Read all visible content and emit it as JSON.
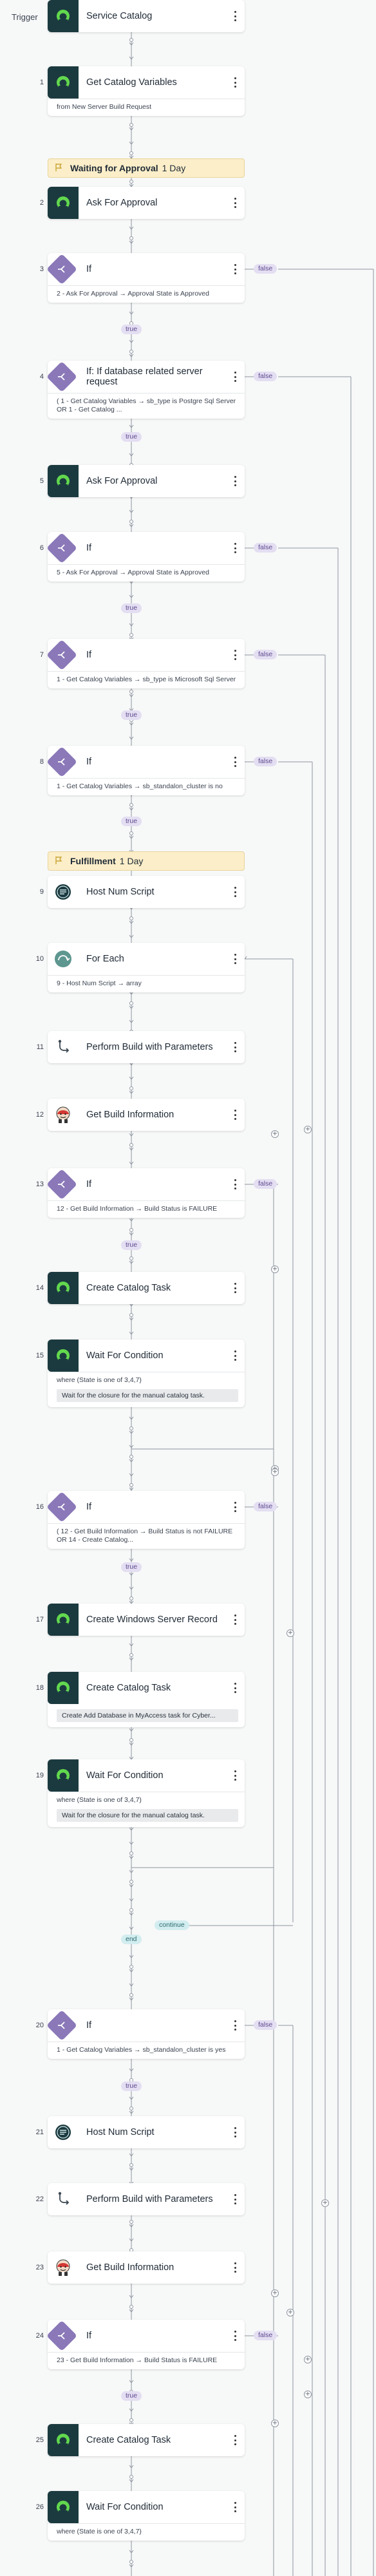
{
  "trigger": {
    "label": "Trigger"
  },
  "cards": [
    {
      "num": "",
      "title": "Service Catalog",
      "icon": "servicenow-icon"
    },
    {
      "num": "1",
      "title": "Get Catalog Variables",
      "icon": "servicenow-icon",
      "body": "from New Server Build Request"
    },
    {
      "num": "2",
      "title": "Ask For Approval",
      "icon": "servicenow-icon"
    },
    {
      "num": "5",
      "title": "Ask For Approval",
      "icon": "servicenow-icon"
    },
    {
      "num": "9",
      "title": "Host Num Script",
      "icon": "script-icon"
    },
    {
      "num": "10",
      "title": "For Each",
      "icon": "for-each-icon",
      "body": "9 - Host Num Script → array"
    },
    {
      "num": "11",
      "title": "Perform Build with Parameters",
      "icon": "subflow-icon"
    },
    {
      "num": "12",
      "title": "Get Build Information",
      "icon": "jenkins-icon"
    },
    {
      "num": "14",
      "title": "Create Catalog Task",
      "icon": "servicenow-icon"
    },
    {
      "num": "15",
      "title": "Wait For Condition",
      "icon": "servicenow-icon",
      "body": "where (State  is one of  3,4,7)",
      "note": "Wait for the closure for the manual catalog task."
    },
    {
      "num": "17",
      "title": "Create Windows Server Record",
      "icon": "servicenow-icon"
    },
    {
      "num": "18",
      "title": "Create Catalog Task",
      "icon": "servicenow-icon",
      "note": "Create Add Database in MyAccess task for Cyber..."
    },
    {
      "num": "19",
      "title": "Wait For Condition",
      "icon": "servicenow-icon",
      "body": "where (State  is one of  3,4,7)",
      "note": "Wait for the closure for the manual catalog task."
    },
    {
      "num": "21",
      "title": "Host Num Script",
      "icon": "script-icon"
    },
    {
      "num": "22",
      "title": "Perform Build with Parameters",
      "icon": "subflow-icon"
    },
    {
      "num": "23",
      "title": "Get Build Information",
      "icon": "jenkins-icon"
    },
    {
      "num": "25",
      "title": "Create Catalog Task",
      "icon": "servicenow-icon"
    },
    {
      "num": "26",
      "title": "Wait For Condition",
      "icon": "servicenow-icon",
      "body": "where (State  is one of  3,4,7)"
    }
  ],
  "ifs": [
    {
      "num": "3",
      "title": "If",
      "body": "2 - Ask For Approval → Approval State is Approved"
    },
    {
      "num": "4",
      "title": "If: If database related server request",
      "body": "( 1 - Get Catalog Variables → sb_type is Postgre Sql Server  OR  1 - Get Catalog ..."
    },
    {
      "num": "6",
      "title": "If",
      "body": "5 - Ask For Approval → Approval State is Approved"
    },
    {
      "num": "7",
      "title": "If",
      "body": "1 - Get Catalog Variables → sb_type is Microsoft Sql Server"
    },
    {
      "num": "8",
      "title": "If",
      "body": "1 - Get Catalog Variables → sb_standalon_cluster is no"
    },
    {
      "num": "13",
      "title": "If",
      "body": "12 - Get Build Information → Build Status is FAILURE"
    },
    {
      "num": "16",
      "title": "If",
      "body": "( 12 - Get Build Information → Build Status is not FAILURE  OR  14 - Create Catalog..."
    },
    {
      "num": "20",
      "title": "If",
      "body": "1 - Get Catalog Variables → sb_standalon_cluster is yes"
    },
    {
      "num": "24",
      "title": "If",
      "body": "23 - Get Build Information → Build Status is FAILURE"
    }
  ],
  "banners": [
    {
      "strong": "Waiting for Approval",
      "rest": "1 Day"
    },
    {
      "strong": "Fulfillment",
      "rest": "1 Day"
    }
  ],
  "pills": {
    "true_label": "true",
    "false_label": "false",
    "continue_label": "continue",
    "end_label": "end"
  },
  "colors": {
    "dark_icon": "#1b3a3f",
    "if_purple": "#8a78b8",
    "true_pill": "#e4def2",
    "continue_pill": "#d2edef",
    "banner": "#fbeec9"
  }
}
